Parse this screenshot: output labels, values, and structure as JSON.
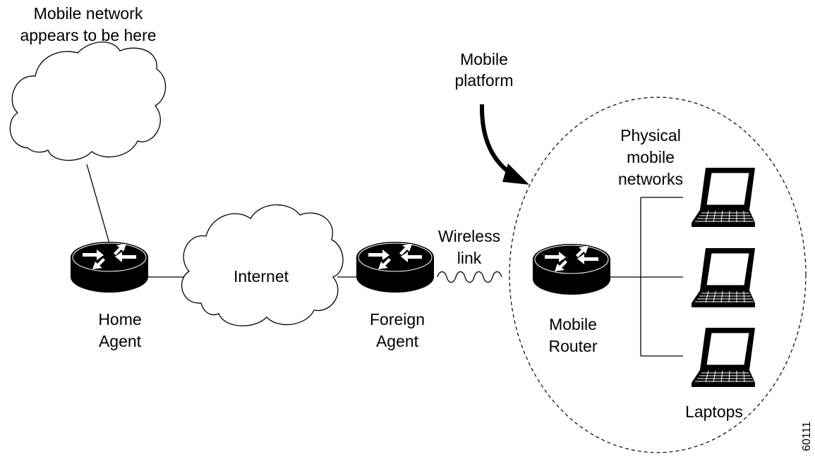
{
  "labels": {
    "mobile_network_line1": "Mobile network",
    "mobile_network_line2": "appears to be here",
    "mobile_platform_line1": "Mobile",
    "mobile_platform_line2": "platform",
    "physical_line1": "Physical",
    "physical_line2": "mobile",
    "physical_line3": "networks",
    "internet": "Internet",
    "wireless_line1": "Wireless",
    "wireless_line2": "link",
    "home_agent_line1": "Home",
    "home_agent_line2": "Agent",
    "foreign_agent_line1": "Foreign",
    "foreign_agent_line2": "Agent",
    "mobile_router_line1": "Mobile",
    "mobile_router_line2": "Router",
    "laptops": "Laptops",
    "figure_id": "60111"
  },
  "colors": {
    "stroke": "#000000",
    "background": "#ffffff"
  },
  "icons": [
    "cloud-icon",
    "router-icon",
    "laptop-icon",
    "curved-arrow-icon",
    "wireless-wave-icon"
  ]
}
